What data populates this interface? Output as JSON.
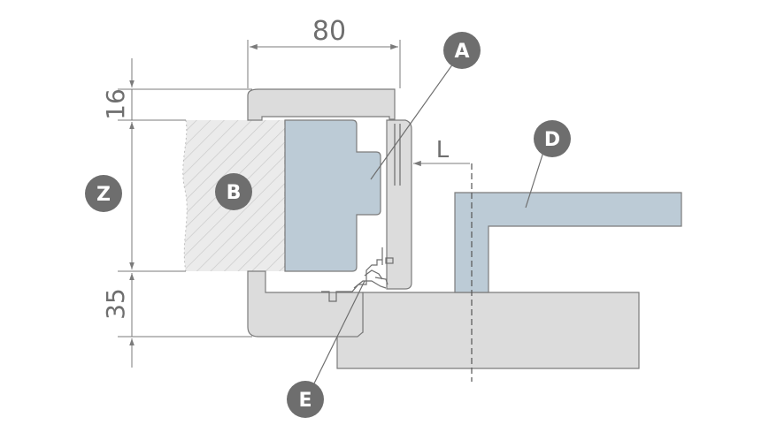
{
  "dimensions": {
    "width_80": "80",
    "height_16": "16",
    "height_35": "35",
    "offset_L": "L"
  },
  "callouts": {
    "a": "A",
    "b": "B",
    "d": "D",
    "e": "E",
    "z": "Z"
  },
  "colors": {
    "frame_gray": "#dcdcdc",
    "outline_gray": "#7b7b7b",
    "callout_dark": "#6e6e6e",
    "part_blue": "#bccbd6",
    "hatch_fill": "#ebebeb",
    "hatch_line": "#c8c8c8"
  }
}
